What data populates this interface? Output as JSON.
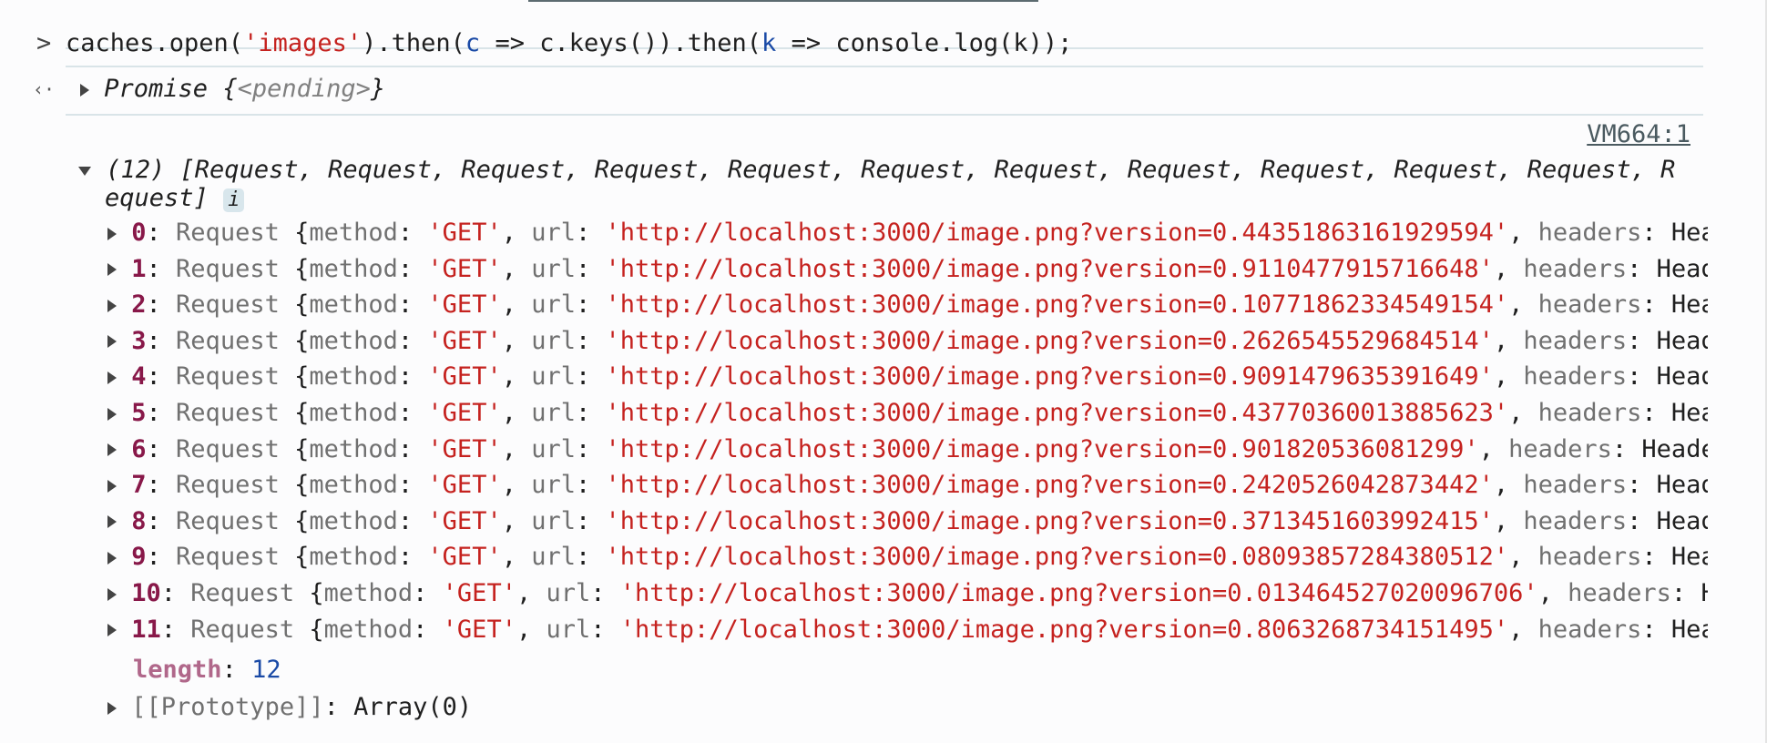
{
  "console": {
    "prompt_symbol": ">",
    "result_symbol": "‹·",
    "input": {
      "p1": "caches.open(",
      "s1": "'images'",
      "p2": ").then(",
      "v1": "c",
      "p3": " => c.keys()).then(",
      "v2": "k",
      "p4": " => console.log(k));"
    },
    "promise": {
      "label": "Promise ",
      "open": "{",
      "state": "<pending>",
      "close": "}"
    },
    "source_link": "VM664:1",
    "array_summary_1": "(12) [Request, Request, Request, Request, Request, Request, Request, Request, Request, Request, Request, R",
    "array_summary_2": "equest]",
    "info_badge": "i",
    "entry_class": "Request",
    "method_key": "method",
    "url_key": "url",
    "headers_key": "headers",
    "headers_value": "Headers",
    "entries": [
      {
        "index": "0",
        "method": "'GET'",
        "url": "'http://localhost:3000/image.png?version=0.44351863161929594'"
      },
      {
        "index": "1",
        "method": "'GET'",
        "url": "'http://localhost:3000/image.png?version=0.9110477915716648'"
      },
      {
        "index": "2",
        "method": "'GET'",
        "url": "'http://localhost:3000/image.png?version=0.10771862334549154'"
      },
      {
        "index": "3",
        "method": "'GET'",
        "url": "'http://localhost:3000/image.png?version=0.2626545529684514'"
      },
      {
        "index": "4",
        "method": "'GET'",
        "url": "'http://localhost:3000/image.png?version=0.9091479635391649'"
      },
      {
        "index": "5",
        "method": "'GET'",
        "url": "'http://localhost:3000/image.png?version=0.43770360013885623'"
      },
      {
        "index": "6",
        "method": "'GET'",
        "url": "'http://localhost:3000/image.png?version=0.901820536081299'"
      },
      {
        "index": "7",
        "method": "'GET'",
        "url": "'http://localhost:3000/image.png?version=0.2420526042873442'"
      },
      {
        "index": "8",
        "method": "'GET'",
        "url": "'http://localhost:3000/image.png?version=0.3713451603992415'"
      },
      {
        "index": "9",
        "method": "'GET'",
        "url": "'http://localhost:3000/image.png?version=0.08093857284380512'"
      },
      {
        "index": "10",
        "method": "'GET'",
        "url": "'http://localhost:3000/image.png?version=0.013464527020096706'"
      },
      {
        "index": "11",
        "method": "'GET'",
        "url": "'http://localhost:3000/image.png?version=0.8063268734151495'"
      }
    ],
    "length_key": "length",
    "length_value": "12",
    "prototype_key": "[[Prototype]]",
    "prototype_value": "Array(0)"
  }
}
